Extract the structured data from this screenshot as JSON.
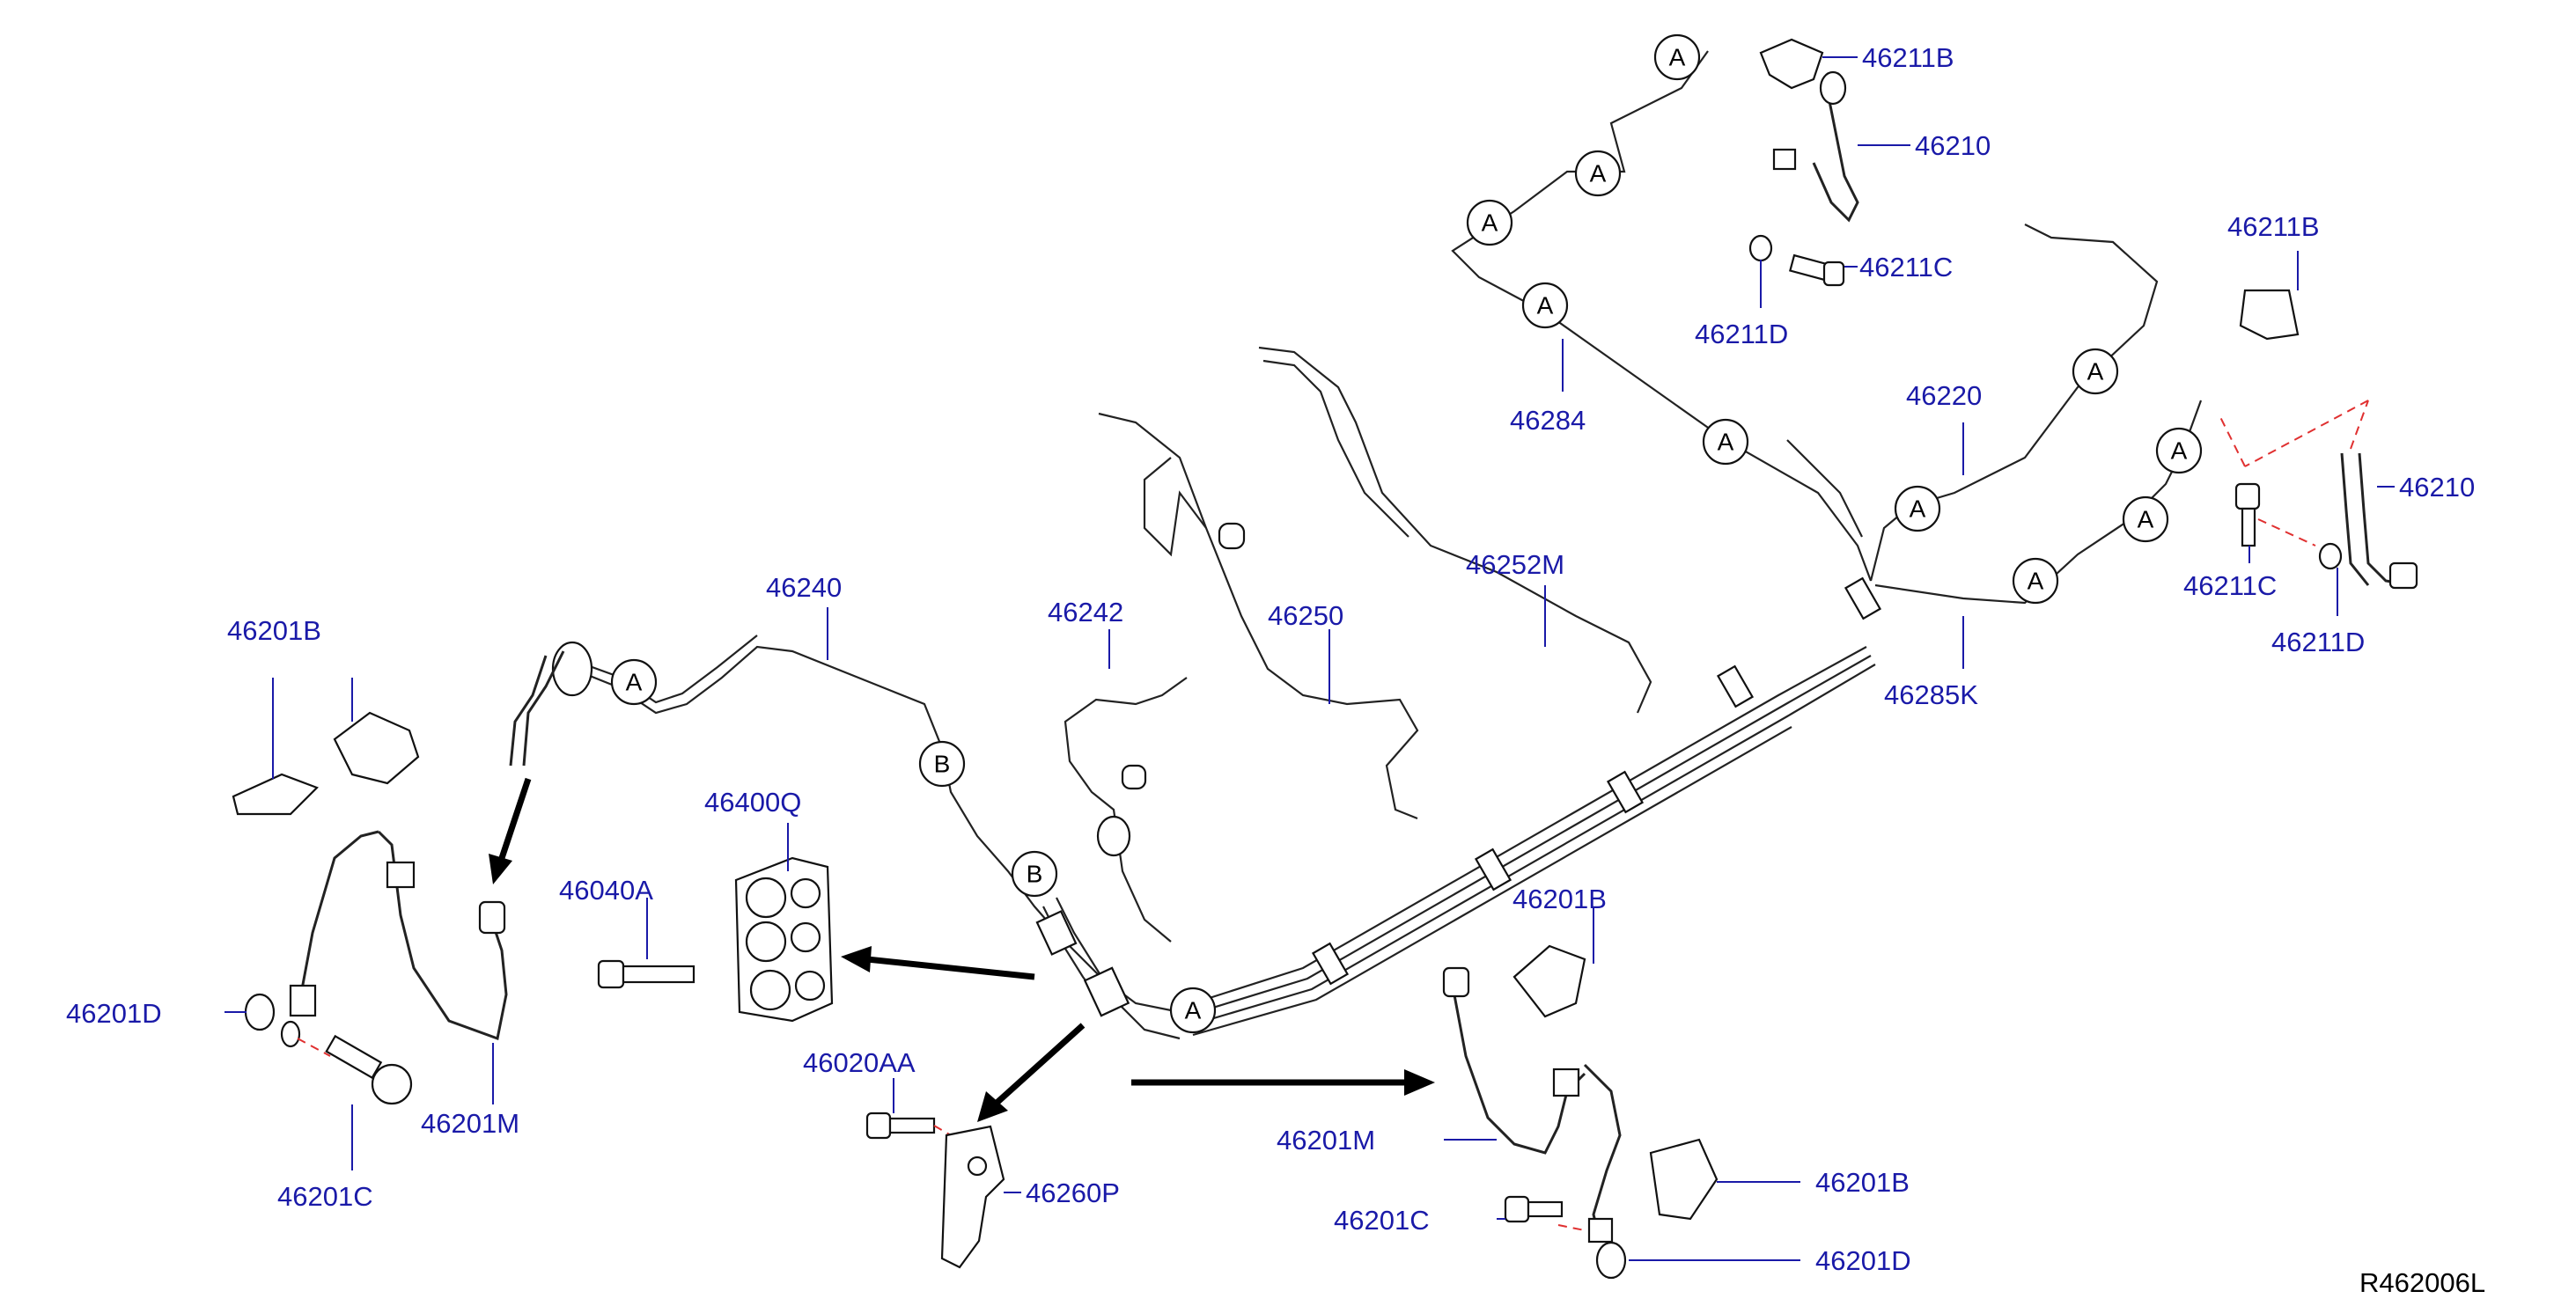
{
  "reference_code": "R462006L",
  "colors": {
    "label": "#1a1aa8",
    "line": "#222222",
    "dashed_leader": "#e03030",
    "arrow": "#000000"
  },
  "part_labels": [
    {
      "id": "p46211B_top",
      "text": "46211B"
    },
    {
      "id": "p46210_top",
      "text": "46210"
    },
    {
      "id": "p46211C_top",
      "text": "46211C"
    },
    {
      "id": "p46211D_top",
      "text": "46211D"
    },
    {
      "id": "p46211B_right",
      "text": "46211B"
    },
    {
      "id": "p46284",
      "text": "46284"
    },
    {
      "id": "p46220",
      "text": "46220"
    },
    {
      "id": "p46210_right",
      "text": "46210"
    },
    {
      "id": "p46211C_right",
      "text": "46211C"
    },
    {
      "id": "p46211D_right",
      "text": "46211D"
    },
    {
      "id": "p46285K",
      "text": "46285K"
    },
    {
      "id": "p46252M",
      "text": "46252M"
    },
    {
      "id": "p46250",
      "text": "46250"
    },
    {
      "id": "p46242",
      "text": "46242"
    },
    {
      "id": "p46240",
      "text": "46240"
    },
    {
      "id": "p46201B_left",
      "text": "46201B"
    },
    {
      "id": "p46400Q",
      "text": "46400Q"
    },
    {
      "id": "p46040A",
      "text": "46040A"
    },
    {
      "id": "p46201D_left",
      "text": "46201D"
    },
    {
      "id": "p46201M_left",
      "text": "46201M"
    },
    {
      "id": "p46201C_left",
      "text": "46201C"
    },
    {
      "id": "p46020AA",
      "text": "46020AA"
    },
    {
      "id": "p46260P",
      "text": "46260P"
    },
    {
      "id": "p46201B_mid",
      "text": "46201B"
    },
    {
      "id": "p46201M_right",
      "text": "46201M"
    },
    {
      "id": "p46201C_right",
      "text": "46201C"
    },
    {
      "id": "p46201B_br",
      "text": "46201B"
    },
    {
      "id": "p46201D_br",
      "text": "46201D"
    }
  ],
  "connectors": [
    {
      "id": "c1",
      "letter": "A"
    },
    {
      "id": "c2",
      "letter": "A"
    },
    {
      "id": "c3",
      "letter": "A"
    },
    {
      "id": "c4",
      "letter": "A"
    },
    {
      "id": "c5",
      "letter": "A"
    },
    {
      "id": "c6",
      "letter": "A"
    },
    {
      "id": "c7",
      "letter": "A"
    },
    {
      "id": "c8",
      "letter": "A"
    },
    {
      "id": "c9",
      "letter": "A"
    },
    {
      "id": "c10",
      "letter": "A"
    },
    {
      "id": "c11",
      "letter": "A"
    },
    {
      "id": "c12",
      "letter": "A"
    },
    {
      "id": "c13",
      "letter": "B"
    },
    {
      "id": "c14",
      "letter": "B"
    },
    {
      "id": "c15",
      "letter": "A"
    }
  ]
}
